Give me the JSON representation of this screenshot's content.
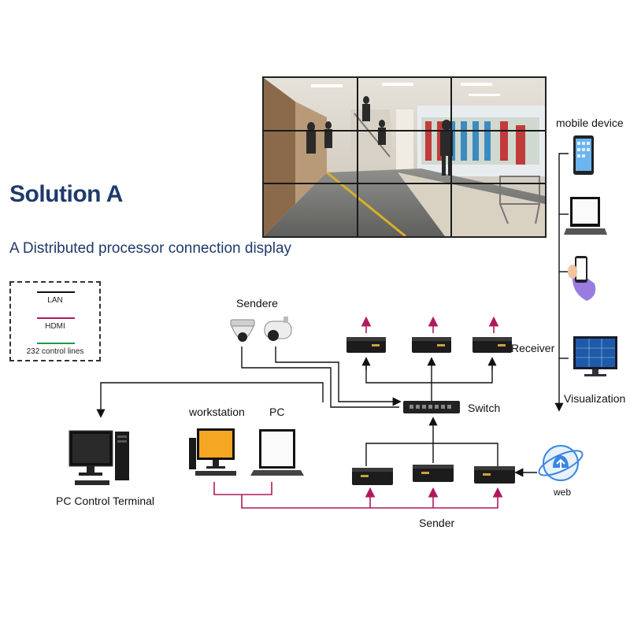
{
  "title": "Solution A",
  "subtitle": "A Distributed processor connection display",
  "legend": {
    "items": [
      {
        "label": "LAN",
        "color": "#111111"
      },
      {
        "label": "HDMI",
        "color": "#b0185f"
      },
      {
        "label": "232 control lines",
        "color": "#1e9a4a"
      }
    ]
  },
  "labels": {
    "sendere": "Sendere",
    "receiver": "Receiver",
    "switch": "Switch",
    "workstation": "workstation",
    "pc": "PC",
    "pc_control_terminal": "PC Control Terminal",
    "sender": "Sender",
    "web": "web",
    "mobile_device": "mobile device",
    "visualization": "Visualization"
  },
  "colors": {
    "title": "#1f3a6b",
    "lan": "#111111",
    "hdmi": "#b0185f",
    "web_globe": "#3a86e0"
  },
  "icons": [
    "dome-camera-icon",
    "bullet-camera-icon",
    "receiver-box-icon",
    "switch-icon",
    "desktop-computer-icon",
    "monitor-icon",
    "laptop-icon",
    "sender-box-icon",
    "web-globe-icon",
    "tablet-icon",
    "smartphone-icon",
    "video-wall-screen-icon"
  ]
}
